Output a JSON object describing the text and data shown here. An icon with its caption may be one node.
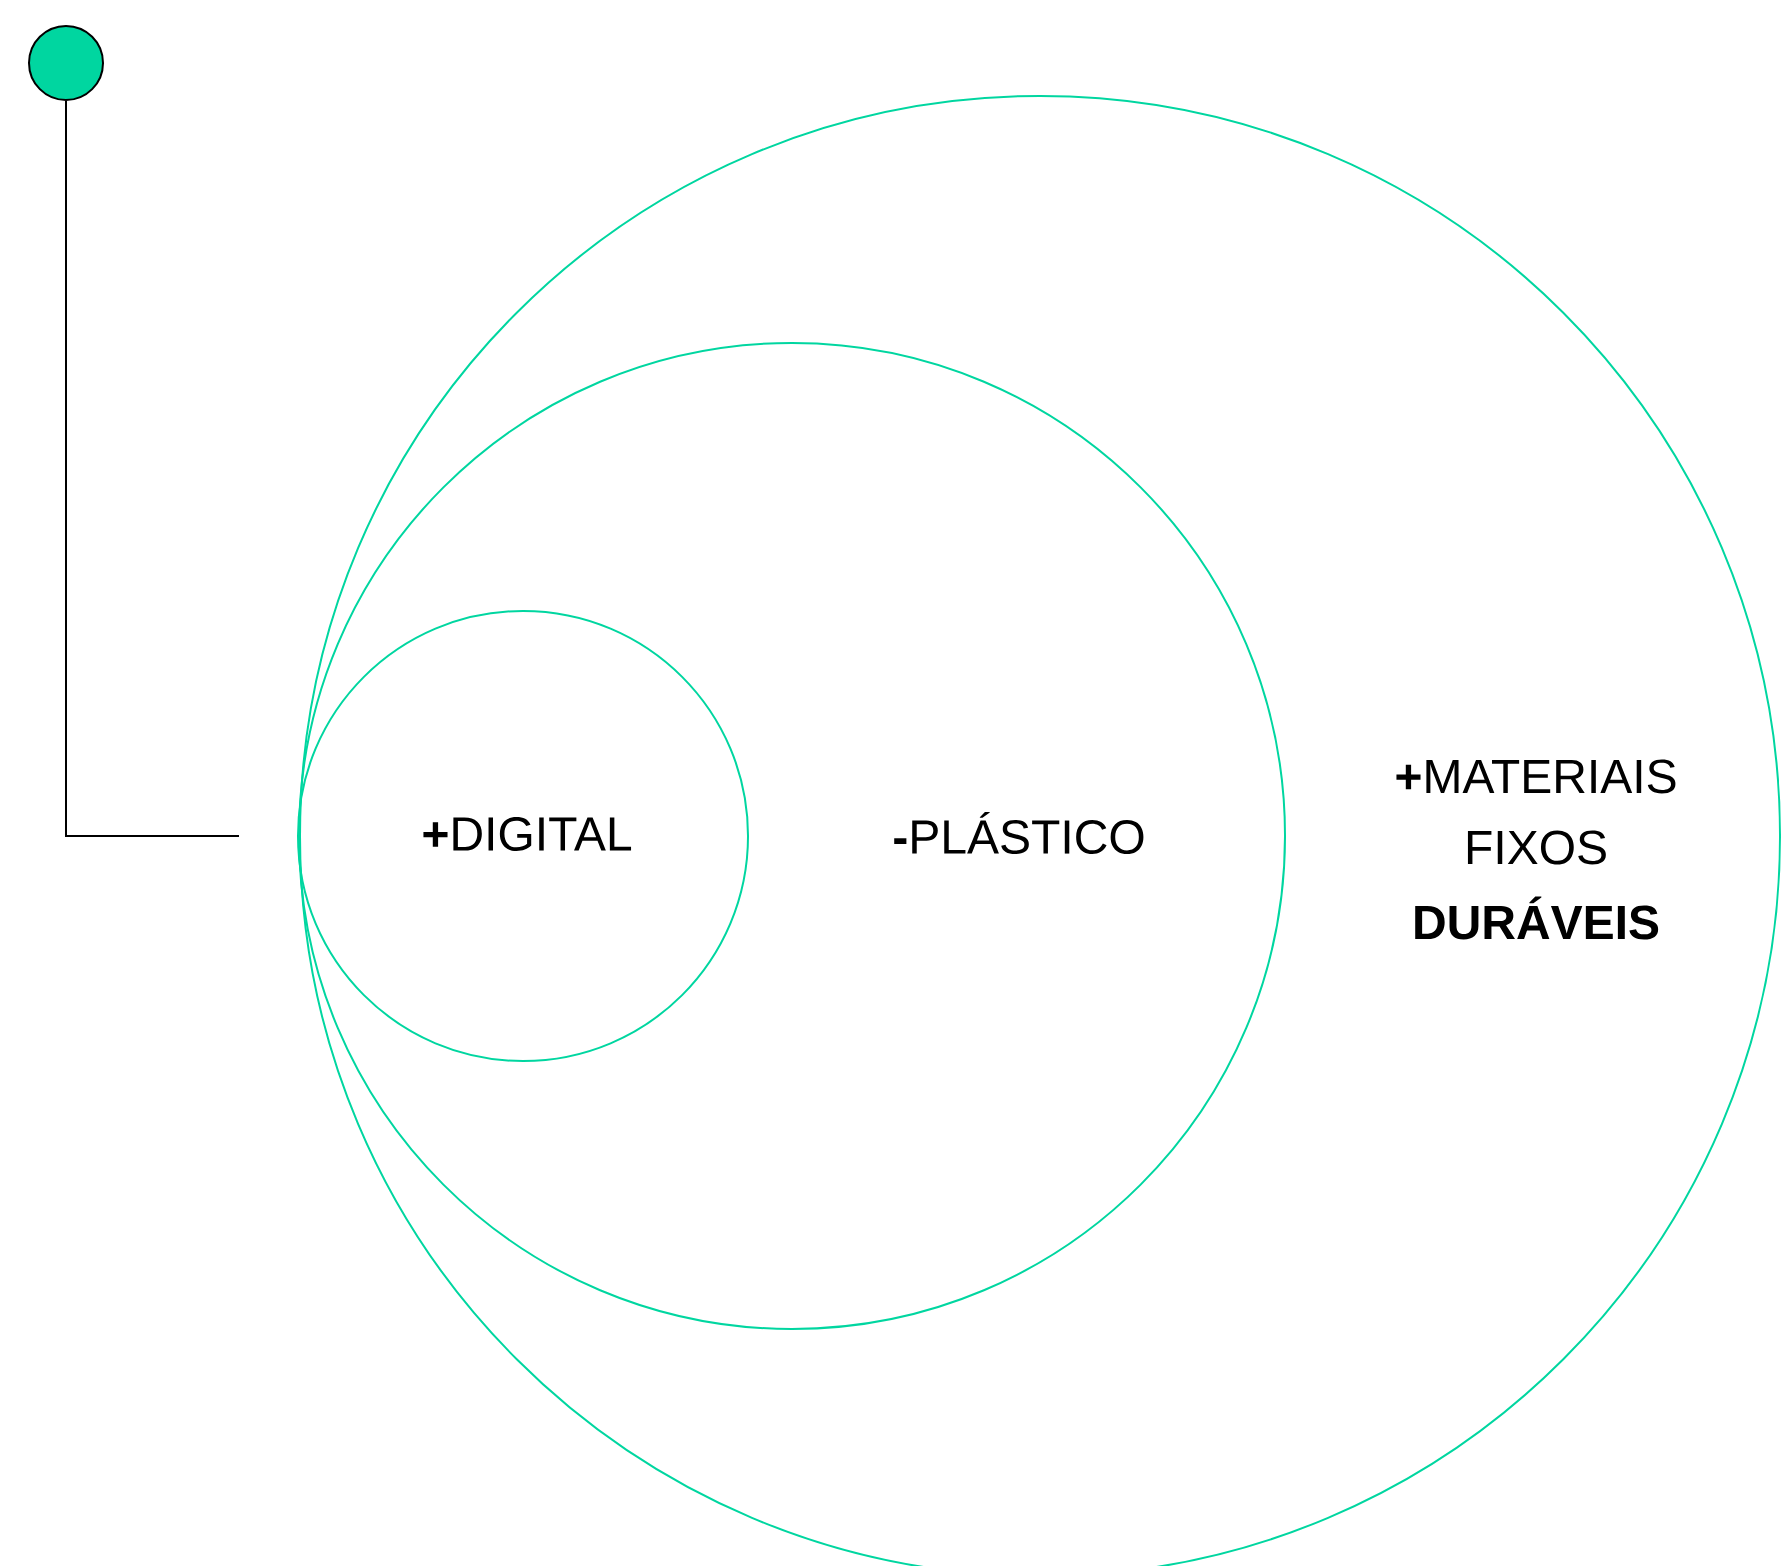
{
  "diagram": {
    "nodes": [
      {
        "text": [],
        "shape": "circle"
      },
      {
        "text": [
          "**+**MATERIAIS FIXOS",
          "DURÁVEIS"
        ]
      },
      {
        "text": [
          "**-**PLÁSTICO"
        ],
        "in": 1
      },
      {
        "text": [
          "**+**DIGITAL"
        ],
        "in": 2
      }
    ],
    "edges": [
      {
        "from": 0,
        "to": 1,
        "arrow": "none"
      }
    ]
  }
}
